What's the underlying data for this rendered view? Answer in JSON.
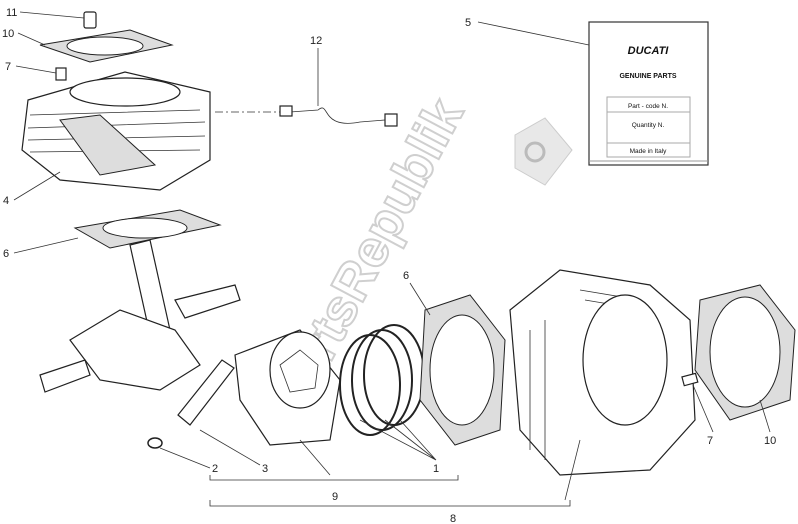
{
  "labels": {
    "l11": "11",
    "l10a": "10",
    "l7a": "7",
    "l4": "4",
    "l6a": "6",
    "l12": "12",
    "l5": "5",
    "l6b": "6",
    "l2": "2",
    "l3": "3",
    "l9": "9",
    "l1": "1",
    "l8": "8",
    "l7b": "7",
    "l10b": "10"
  },
  "card": {
    "brand": "DUCATI",
    "subtitle": "GENUINE PARTS",
    "row1": "Part - code N.",
    "row2": "Quantity N.",
    "row3": "Made in Italy"
  },
  "watermark": "PartsRepublik"
}
